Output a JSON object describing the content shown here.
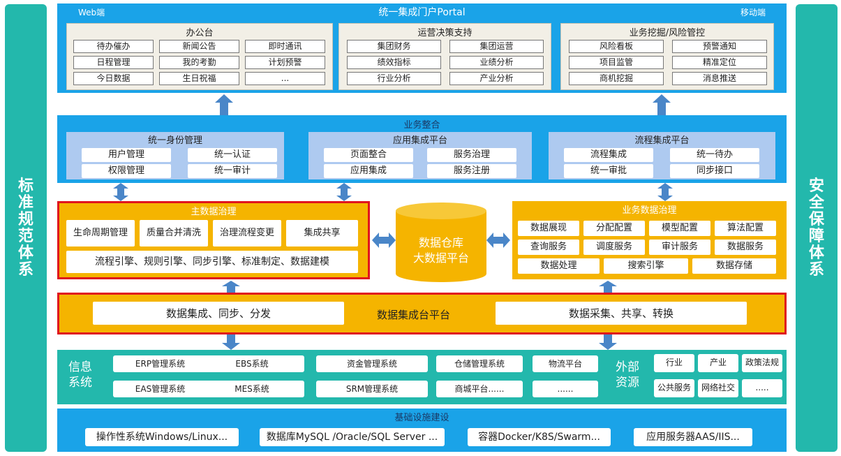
{
  "left_side": "标准规范体系",
  "right_side": "安全保障体系",
  "portal": {
    "title": "统一集成门户Portal",
    "left_label": "Web端",
    "right_label": "移动端",
    "panels": [
      {
        "title": "办公台",
        "items": [
          "待办催办",
          "新闻公告",
          "即时通讯",
          "日程管理",
          "我的考勤",
          "计划预警",
          "今日数据",
          "生日祝福",
          "..."
        ]
      },
      {
        "title": "运营决策支持",
        "items": [
          "集团财务",
          "集团运营",
          "绩效指标",
          "业绩分析",
          "行业分析",
          "产业分析"
        ]
      },
      {
        "title": "业务挖掘/风险管控",
        "items": [
          "风险看板",
          "预警通知",
          "项目监管",
          "精准定位",
          "商机挖掘",
          "消息推送"
        ]
      }
    ]
  },
  "integration": {
    "title": "业务整合",
    "groups": [
      {
        "title": "统一身份管理",
        "items": [
          "用户管理",
          "统一认证",
          "权限管理",
          "统一审计"
        ]
      },
      {
        "title": "应用集成平台",
        "items": [
          "页面整合",
          "服务治理",
          "应用集成",
          "服务注册"
        ]
      },
      {
        "title": "流程集成平台",
        "items": [
          "流程集成",
          "统一待办",
          "统一审批",
          "同步接口"
        ]
      }
    ]
  },
  "master_data": {
    "title": "主数据治理",
    "items": [
      "生命周期管理",
      "质量合并清洗",
      "治理流程变更",
      "集成共享"
    ],
    "engines": "流程引擎、规则引擎、同步引擎、标准制定、数据建模"
  },
  "warehouse": {
    "line1": "数据仓库",
    "line2": "大数据平台"
  },
  "biz_data": {
    "title": "业务数据治理",
    "row1": [
      "数据展现",
      "分配配置",
      "模型配置",
      "算法配置"
    ],
    "row2": [
      "查询服务",
      "调度服务",
      "审计服务",
      "数据服务"
    ],
    "row3": [
      "数据处理",
      "搜索引擎",
      "数据存储"
    ]
  },
  "data_platform": {
    "left": "数据集成、同步、分发",
    "center": "数据集成台平台",
    "right": "数据采集、共享、转换"
  },
  "info_systems": {
    "label": "信息系统",
    "items": [
      "ERP管理系统",
      "EBS系统",
      "资金管理系统",
      "仓储管理系统",
      "物流平台",
      "EAS管理系统",
      "MES系统",
      "SRM管理系统",
      "商城平台......",
      "......"
    ]
  },
  "external": {
    "label": "外部资源",
    "items": [
      "行业",
      "产业",
      "政策法规",
      "公共服务",
      "网络社交",
      "....."
    ]
  },
  "infra": {
    "title": "基础设施建设",
    "items": [
      "操作性系统Windows/Linux...",
      "数据库MySQL /Oracle/SQL Server ...",
      "容器Docker/K8S/Swarm...",
      "应用服务器AAS/IIS..."
    ]
  },
  "colors": {
    "teal": "#23b8ac",
    "blue": "#1aa3e8",
    "orange": "#f5b400",
    "red": "#e0141e",
    "light_blue": "#aecaf0",
    "arrow": "#4a86c8"
  }
}
